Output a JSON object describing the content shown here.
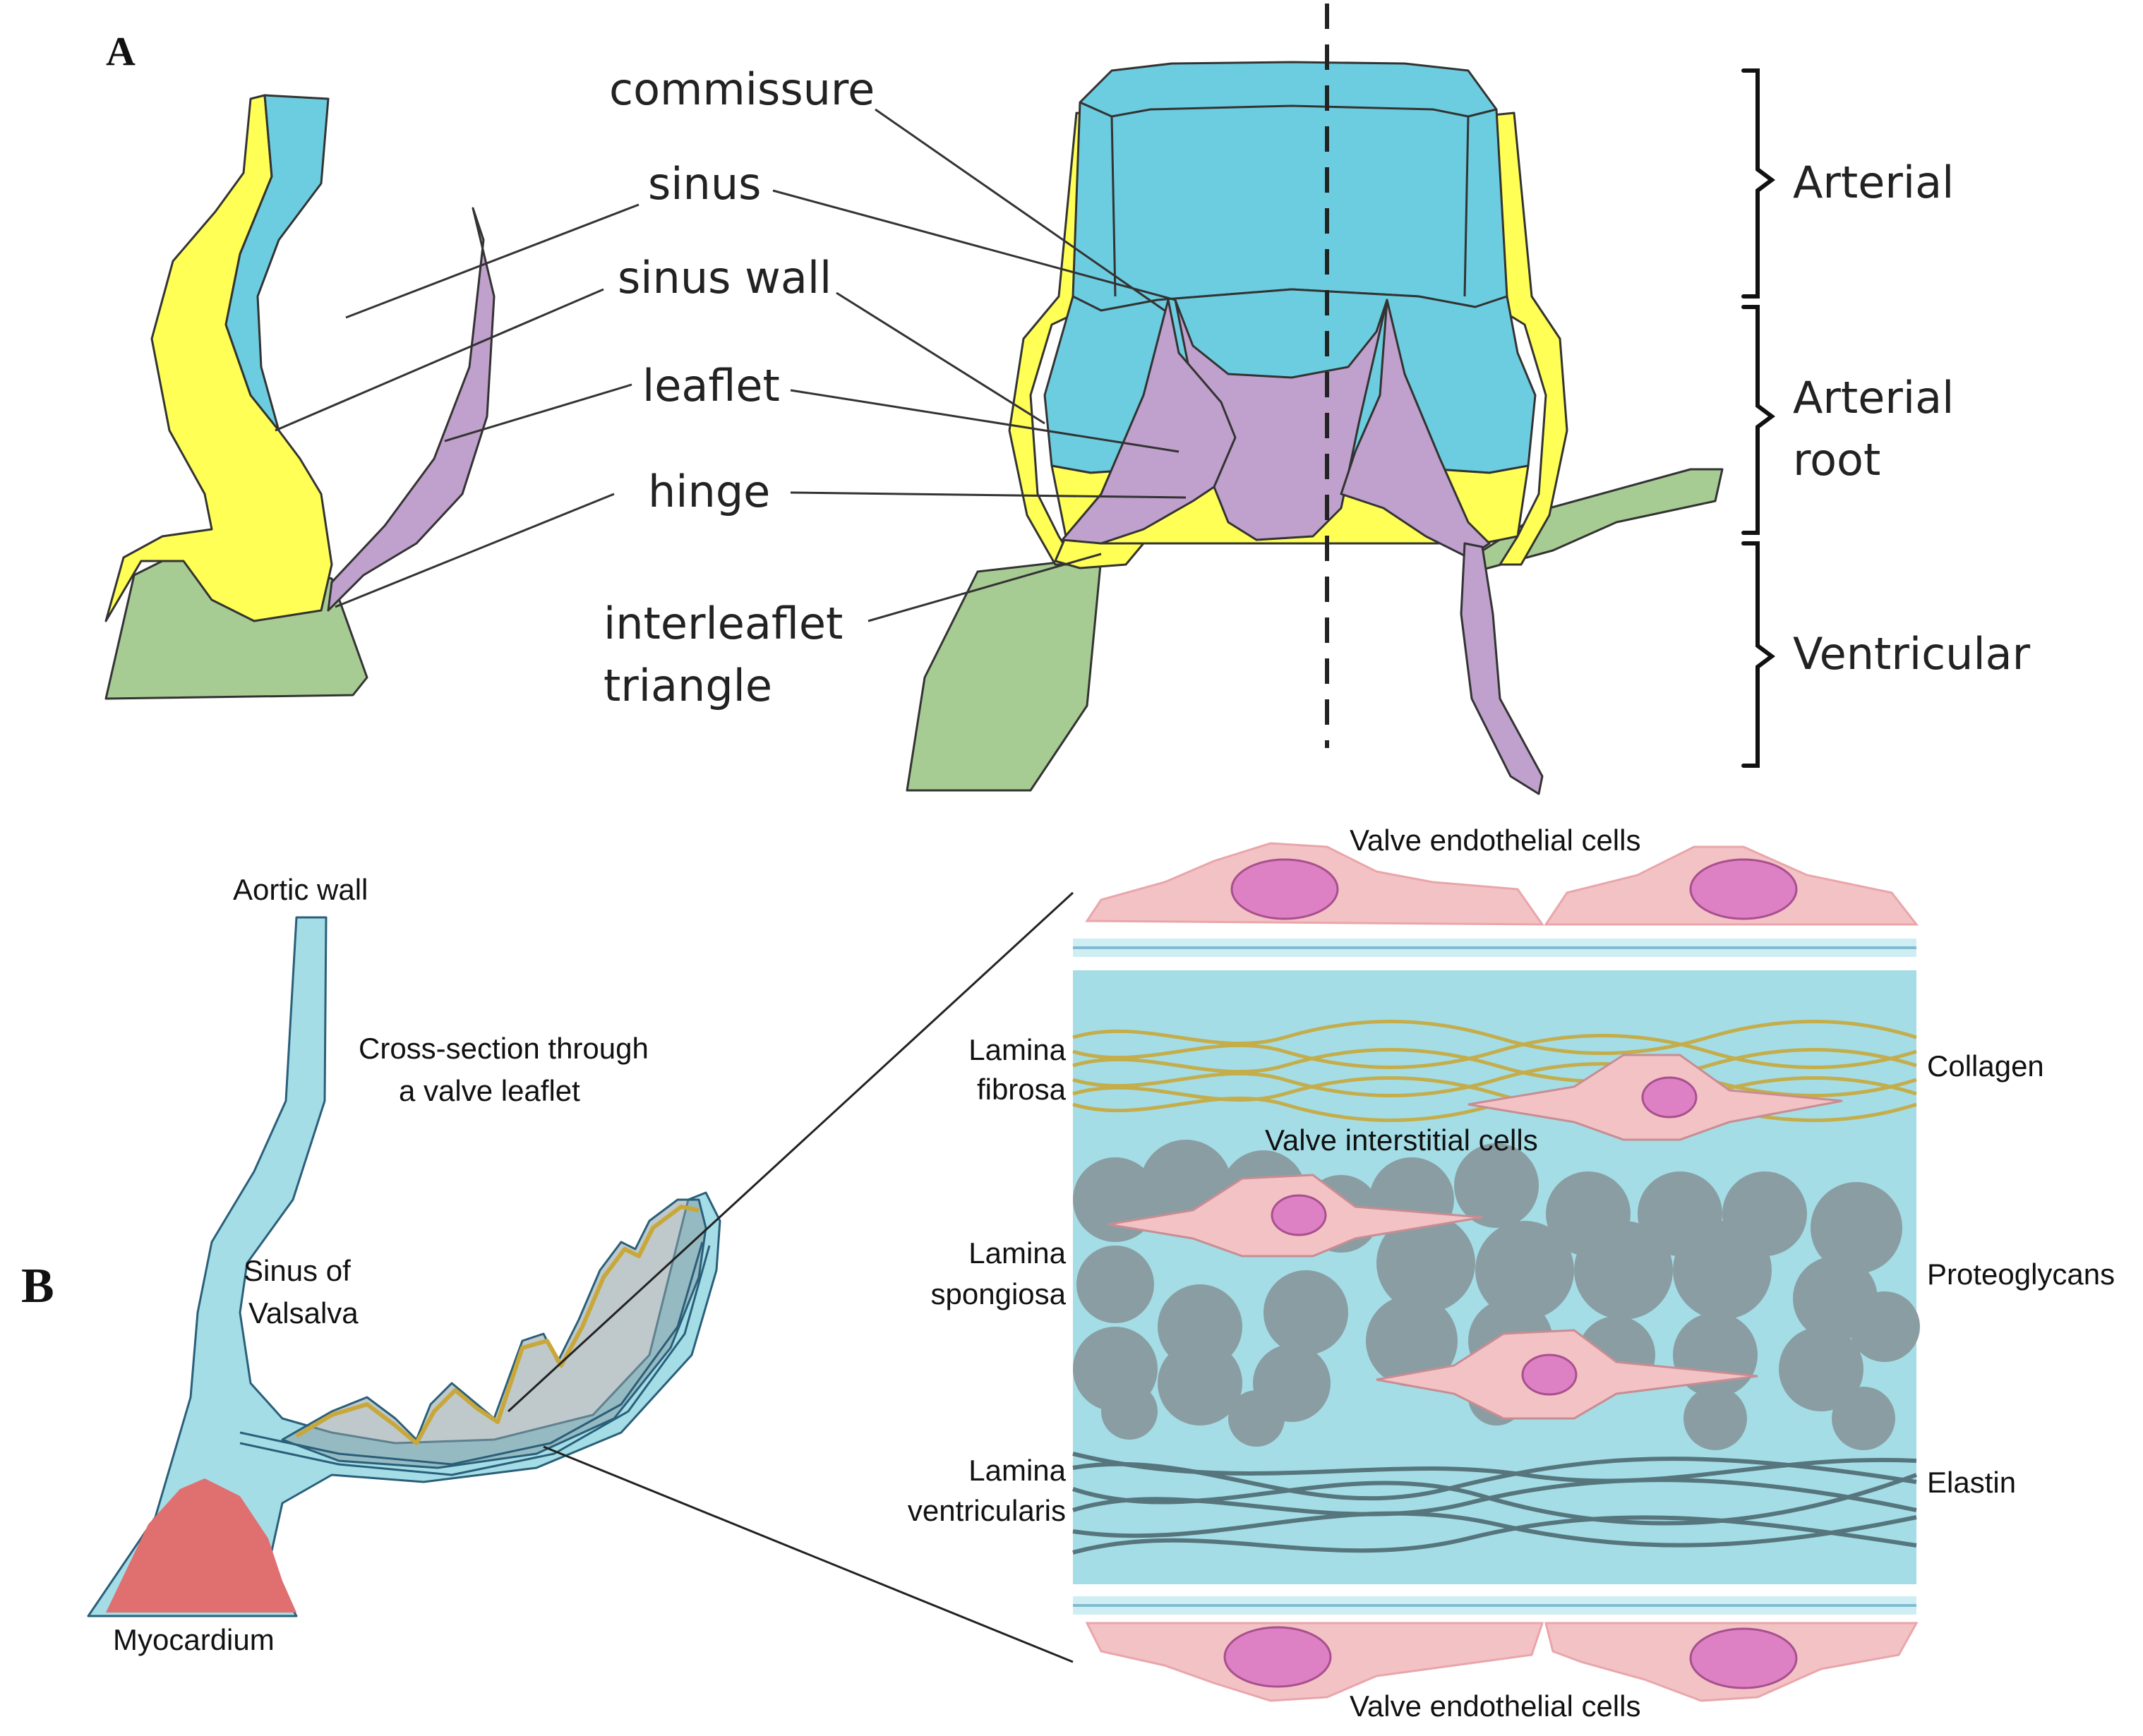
{
  "colors": {
    "blue": "#6ccde0",
    "yellow": "#ffff55",
    "purple": "#c0a0cc",
    "green": "#a7cc93",
    "myocardium": "#e07070",
    "layer_blue": "#a4dde6",
    "endothelial_pink": "#f3c2c5",
    "nucleus": "#dd80c4",
    "collagen": "#c8a83a",
    "proteoglycan": "#8a9da2",
    "elastin": "#4e6a72"
  },
  "panel_a": {
    "letter": "A",
    "labels": {
      "commissure": "commissure",
      "sinus": "sinus",
      "sinus_wall": "sinus wall",
      "leaflet": "leaflet",
      "hinge": "hinge",
      "interleaflet_1": "interleaflet",
      "interleaflet_2": "triangle"
    },
    "regions": {
      "arterial": "Arterial",
      "arterial_root_1": "Arterial",
      "arterial_root_2": "root",
      "ventricular": "Ventricular"
    }
  },
  "panel_b": {
    "letter": "B",
    "aortic_wall": "Aortic wall",
    "cross_section_1": "Cross-section through",
    "cross_section_2": "a valve leaflet",
    "sinus_1": "Sinus of",
    "sinus_2": "Valsalva",
    "myocardium": "Myocardium",
    "endothelial_top": "Valve endothelial cells",
    "endothelial_bottom": "Valve endothelial cells",
    "interstitial": "Valve interstitial cells",
    "lamina_fibrosa_1": "Lamina",
    "lamina_fibrosa_2": "fibrosa",
    "lamina_spongiosa_1": "Lamina",
    "lamina_spongiosa_2": "spongiosa",
    "lamina_ventricularis_1": "Lamina",
    "lamina_ventricularis_2": "ventricularis",
    "collagen": "Collagen",
    "proteoglycans": "Proteoglycans",
    "elastin": "Elastin"
  }
}
